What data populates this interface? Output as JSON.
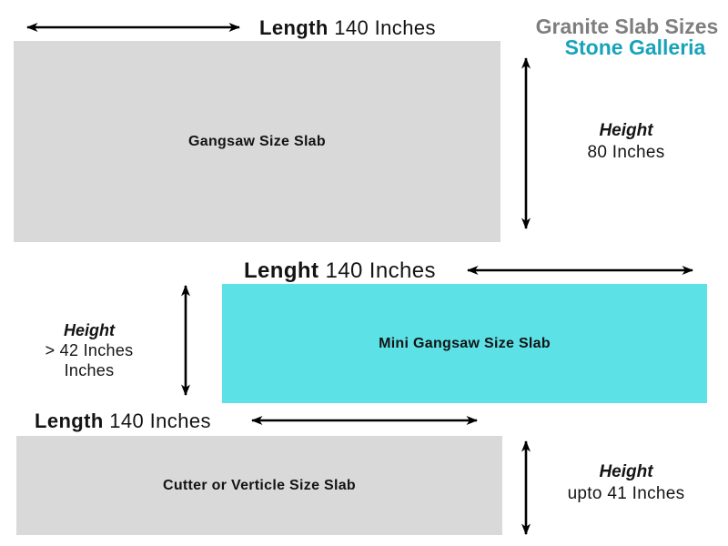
{
  "title": {
    "line1": "Granite Slab Sizes",
    "line2": "Stone Galleria"
  },
  "colors": {
    "slab_gray": "#d9d9d9",
    "slab_cyan": "#5ce1e6",
    "title_gray": "#7e7e7e",
    "brand_teal": "#18a3ba",
    "arrow_black": "#000000"
  },
  "slabs": {
    "gangsaw": {
      "name": "Gangsaw Size Slab",
      "length_label": "Length",
      "length_value": "140 Inches",
      "height_label": "Height",
      "height_value": "80 Inches"
    },
    "mini_gangsaw": {
      "name": "Mini Gangsaw Size Slab",
      "length_label": "Lenght",
      "length_value": "140 Inches",
      "height_label": "Height",
      "height_line1": "> 42 Inches",
      "height_line2": "Inches"
    },
    "cutter": {
      "name": "Cutter or Verticle Size Slab",
      "length_label": "Length",
      "length_value": "140 Inches",
      "height_label": "Height",
      "height_value": "upto 41 Inches"
    }
  }
}
